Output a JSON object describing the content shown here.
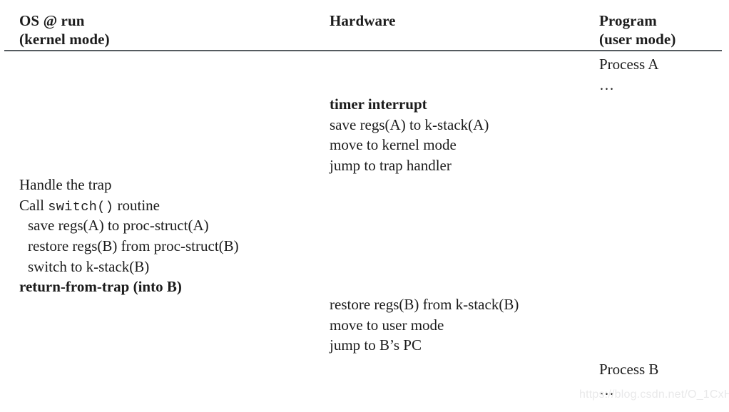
{
  "figure": {
    "background_color": "#ffffff",
    "text_color": "#1c1c1c",
    "rule_color": "#555b60",
    "columns": [
      {
        "id": "os",
        "header": "OS @ run\n(kernel mode)"
      },
      {
        "id": "hardware",
        "header": "Hardware"
      },
      {
        "id": "program",
        "header": "Program\n(user mode)"
      }
    ]
  },
  "blocks": {
    "process_a": {
      "column": "program",
      "lines": [
        {
          "text": "Process A",
          "bold": false,
          "indent": false
        },
        {
          "text": "…",
          "bold": false,
          "indent": false
        }
      ]
    },
    "hardware_trap": {
      "column": "hardware",
      "lines": [
        {
          "text": "timer interrupt",
          "bold": true,
          "indent": false
        },
        {
          "text": "save regs(A) to k-stack(A)",
          "bold": false,
          "indent": false
        },
        {
          "text": "move to kernel mode",
          "bold": false,
          "indent": false
        },
        {
          "text": "jump to trap handler",
          "bold": false,
          "indent": false
        }
      ]
    },
    "os_switch": {
      "column": "os",
      "lines": [
        {
          "text": "Handle the trap",
          "bold": false,
          "indent": false
        },
        {
          "prefix": "Call ",
          "mono": "switch()",
          "suffix": " routine",
          "bold": false,
          "indent": false
        },
        {
          "text": "save regs(A) to proc-struct(A)",
          "bold": false,
          "indent": true
        },
        {
          "text": "restore regs(B) from proc-struct(B)",
          "bold": false,
          "indent": true
        },
        {
          "text": "switch to k-stack(B)",
          "bold": false,
          "indent": true
        },
        {
          "text": "return-from-trap (into B)",
          "bold": true,
          "indent": false
        }
      ]
    },
    "hardware_return": {
      "column": "hardware",
      "lines": [
        {
          "text": "restore regs(B) from k-stack(B)",
          "bold": false,
          "indent": false
        },
        {
          "text": "move to user mode",
          "bold": false,
          "indent": false
        },
        {
          "text": "jump to B’s PC",
          "bold": false,
          "indent": false
        }
      ]
    },
    "process_b": {
      "column": "program",
      "lines": [
        {
          "text": "Process B",
          "bold": false,
          "indent": false
        },
        {
          "text": "…",
          "bold": false,
          "indent": false
        }
      ]
    }
  },
  "watermark": {
    "text": "https://blog.csdn.net/O_1CxH",
    "color": "#e9e9ea"
  }
}
